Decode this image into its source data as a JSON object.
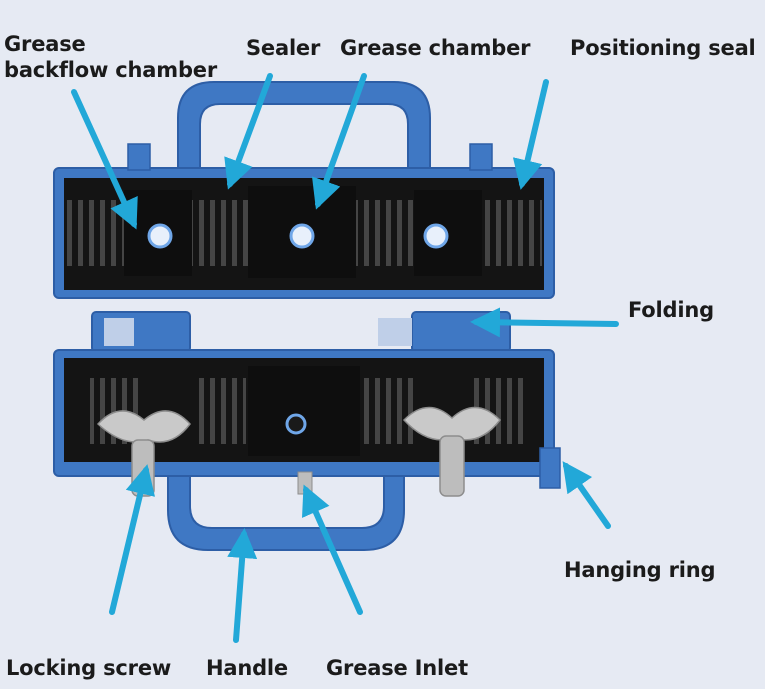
{
  "labels": {
    "grease_backflow_chamber_line1": "Grease",
    "grease_backflow_chamber_line2": "backflow chamber",
    "sealer": "Sealer",
    "grease_chamber": "Grease chamber",
    "positioning_seal": "Positioning seal",
    "folding": "Folding",
    "hanging_ring": "Hanging ring",
    "locking_screw": "Locking screw",
    "handle": "Handle",
    "grease_inlet": "Grease Inlet"
  },
  "colors": {
    "background": "#e6eaf3",
    "body_blue": "#3f78c4",
    "body_blue_dark": "#2d5ea6",
    "seal_black": "#141414",
    "seal_ring": "#3a3a3a",
    "pointer": "#22a8d8",
    "hole": "#6fa6e8",
    "screw_silver": "#c9c9c9"
  }
}
